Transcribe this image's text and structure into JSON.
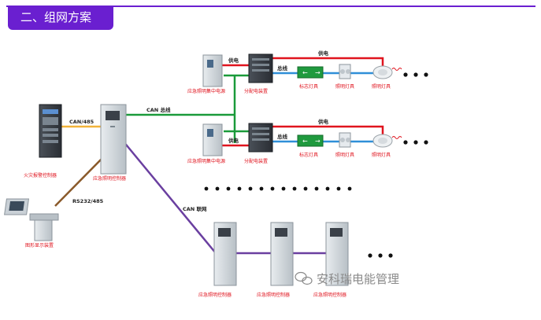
{
  "header": {
    "title": "二、组网方案"
  },
  "labels": {
    "fire_controller": "火灾报警控制器",
    "emergency_controller_main": "应急照明控制器",
    "graphic_display": "图形显示装置",
    "can_485": "CAN/485",
    "rs232_485": "RS232/485",
    "can_bus": "CAN 总线",
    "can_network": "CAN 联网",
    "power_supply_1": "应急照明集中电源",
    "power_supply_2": "应急照明集中电源",
    "distribution_1": "分配电装置",
    "distribution_2": "分配电装置",
    "power_line_1": "供电",
    "power_line_2": "供电",
    "power_line_3": "供电",
    "power_line_4": "供电",
    "bus_1": "总线",
    "bus_2": "总线",
    "sign_lamp_1": "标志灯具",
    "sign_lamp_2": "标志灯具",
    "light_a1": "照明灯具",
    "light_b1": "照明灯具",
    "light_a2": "照明灯具",
    "light_b2": "照明灯具",
    "sub_controller_1": "应急照明控制器",
    "sub_controller_2": "应急照明控制器",
    "sub_controller_3": "应急照明控制器",
    "watermark": "安科瑞电能管理"
  },
  "colors": {
    "header": "#6a1fd0",
    "can485_line": "#f2b33a",
    "rs232_line": "#8a5a2b",
    "can_bus": "#1a9a3a",
    "can_network": "#6a3fa0",
    "power_line": "#e0141e",
    "bus_line": "#2f8fd8",
    "label_red": "#e0141e"
  }
}
